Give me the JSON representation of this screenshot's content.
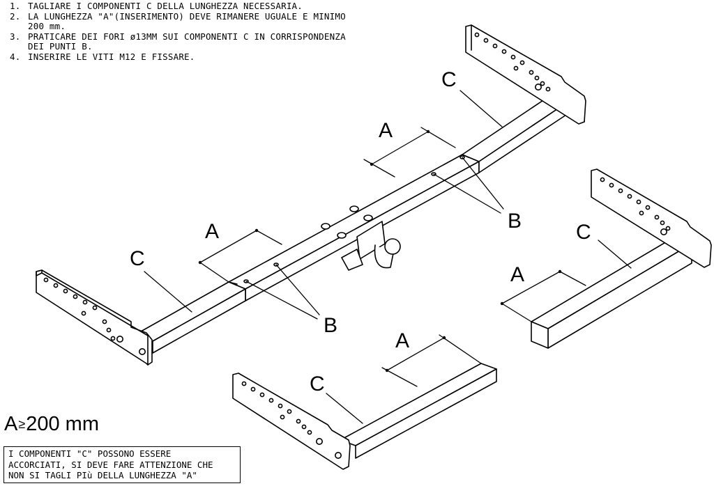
{
  "instructions": [
    {
      "num": "1.",
      "text": "TAGLIARE I COMPONENTI C DELLA LUNGHEZZA NECESSARIA."
    },
    {
      "num": "2.",
      "text": "LA LUNGHEZZA \"A\"(INSERIMENTO) DEVE RIMANERE UGUALE E MINIMO\n200 mm."
    },
    {
      "num": "3.",
      "text": "PRATICARE DEI FORI ø13MM SUI COMPONENTI C IN CORRISPONDENZA\nDEI PUNTI B."
    },
    {
      "num": "4.",
      "text": "INSERIRE LE VITI M12 E FISSARE."
    }
  ],
  "labels": {
    "a": "A",
    "b": "B",
    "c": "C"
  },
  "minimum": {
    "prefix": "A",
    "symbol": "≥",
    "value": "200 mm"
  },
  "note": "I COMPONENTI \"C\" POSSONO ESSERE\nACCORCIATI, SI DEVE FARE ATTENZIONE CHE\nNON SI TAGLI PIù DELLA LUNGHEZZA \"A\""
}
